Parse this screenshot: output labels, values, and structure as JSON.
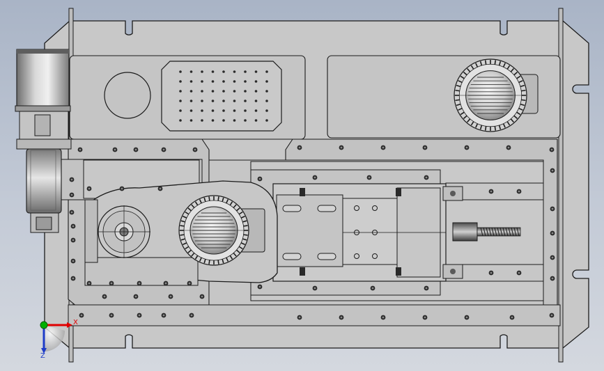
{
  "viewport": {
    "background_top": "#a9b4c6",
    "background_bottom": "#d4d8df"
  },
  "colors": {
    "plate": "#c8c8c8",
    "plate_dark": "#b7b7b7",
    "edge": "#1b1b1b",
    "hole": "#2a2a2a",
    "steel": "#9aa0a3",
    "axis_x": "#e00000",
    "axis_y": "#00b000",
    "axis_z": "#1e3cc8"
  },
  "triad": {
    "x_label": "X",
    "z_label": "Z"
  },
  "components": [
    {
      "id": "base-plate",
      "icon": "base-plate-shape"
    },
    {
      "id": "top-left-cover",
      "icon": "cover-panel"
    },
    {
      "id": "perforated-vent-panel",
      "icon": "vent-grid"
    },
    {
      "id": "round-port",
      "icon": "circle-port"
    },
    {
      "id": "right-motor-fan",
      "icon": "fan-grille"
    },
    {
      "id": "side-motor",
      "icon": "cylinder-motor"
    },
    {
      "id": "belt-gear-housing",
      "icon": "housing"
    },
    {
      "id": "linear-slide-carriage",
      "icon": "slide"
    },
    {
      "id": "lead-screw",
      "icon": "screw"
    }
  ]
}
